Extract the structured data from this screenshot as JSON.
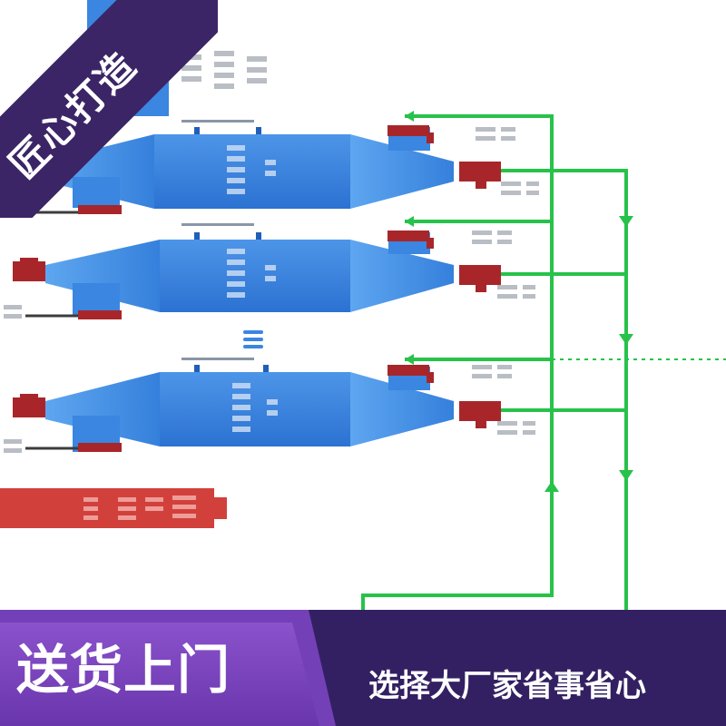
{
  "ribbon": {
    "text": "匠心打造"
  },
  "banner": {
    "main_tag": "送货上门",
    "sub_tag": "选择大厂家省事省心"
  },
  "colors": {
    "unit_blue": "#3a86e0",
    "valve_red": "#a8262a",
    "pipe_green": "#27c24a",
    "header_red": "#d2403c",
    "ribbon_purple": "#3b2566",
    "banner_dark": "#332062",
    "banner_light": "#7a44c2"
  },
  "diagram": {
    "units": [
      {
        "id": "unit-1"
      },
      {
        "id": "unit-2"
      },
      {
        "id": "unit-3"
      }
    ],
    "ellipsis_marker": "≡"
  },
  "icons": [
    "flow-arrow-icon",
    "valve-icon",
    "flange-icon"
  ]
}
